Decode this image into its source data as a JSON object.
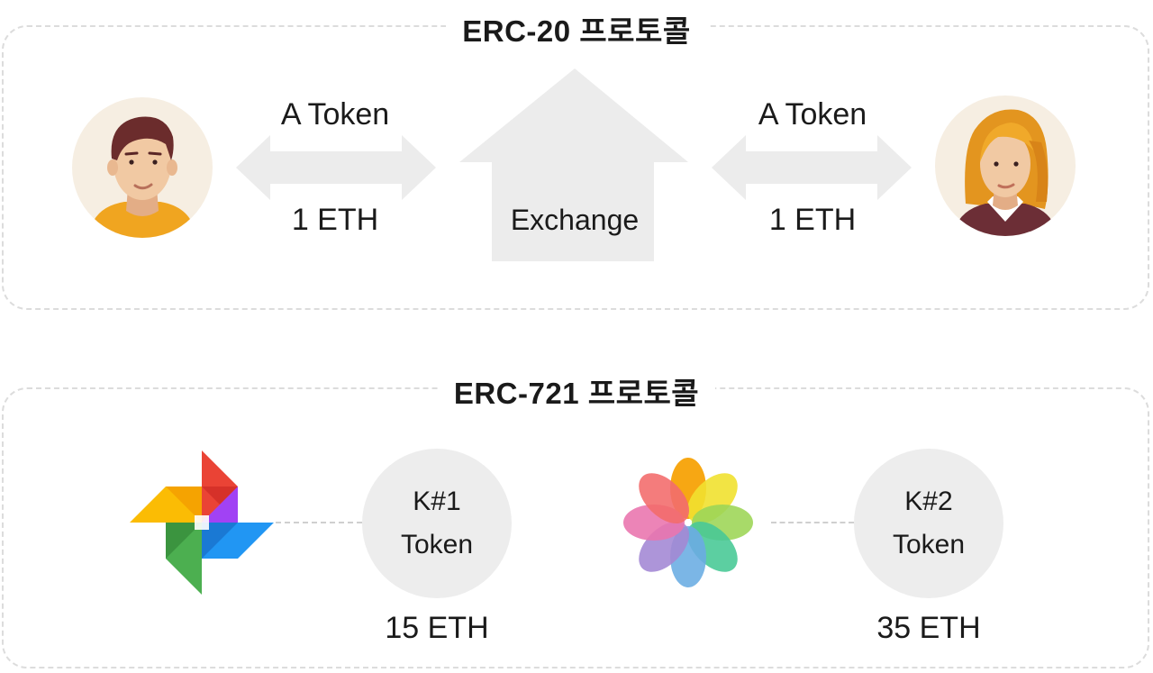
{
  "erc20": {
    "title": "ERC-20 프로토콜",
    "left_arrow": {
      "top_label": "A Token",
      "bottom_label": "1 ETH"
    },
    "center": {
      "label": "Exchange"
    },
    "right_arrow": {
      "top_label": "A Token",
      "bottom_label": "1 ETH"
    }
  },
  "erc721": {
    "title": "ERC-721 프로토콜",
    "token1": {
      "line1": "K#1",
      "line2": "Token",
      "price": "15 ETH"
    },
    "token2": {
      "line1": "K#2",
      "line2": "Token",
      "price": "35 ETH"
    }
  },
  "icons": [
    "man-avatar-icon",
    "woman-avatar-icon",
    "pinwheel-photos-icon",
    "flower-photos-icon"
  ],
  "colors": {
    "arrow_fill": "#ececec",
    "panel_border": "#dcdcdc",
    "token_circle": "#ededed"
  }
}
